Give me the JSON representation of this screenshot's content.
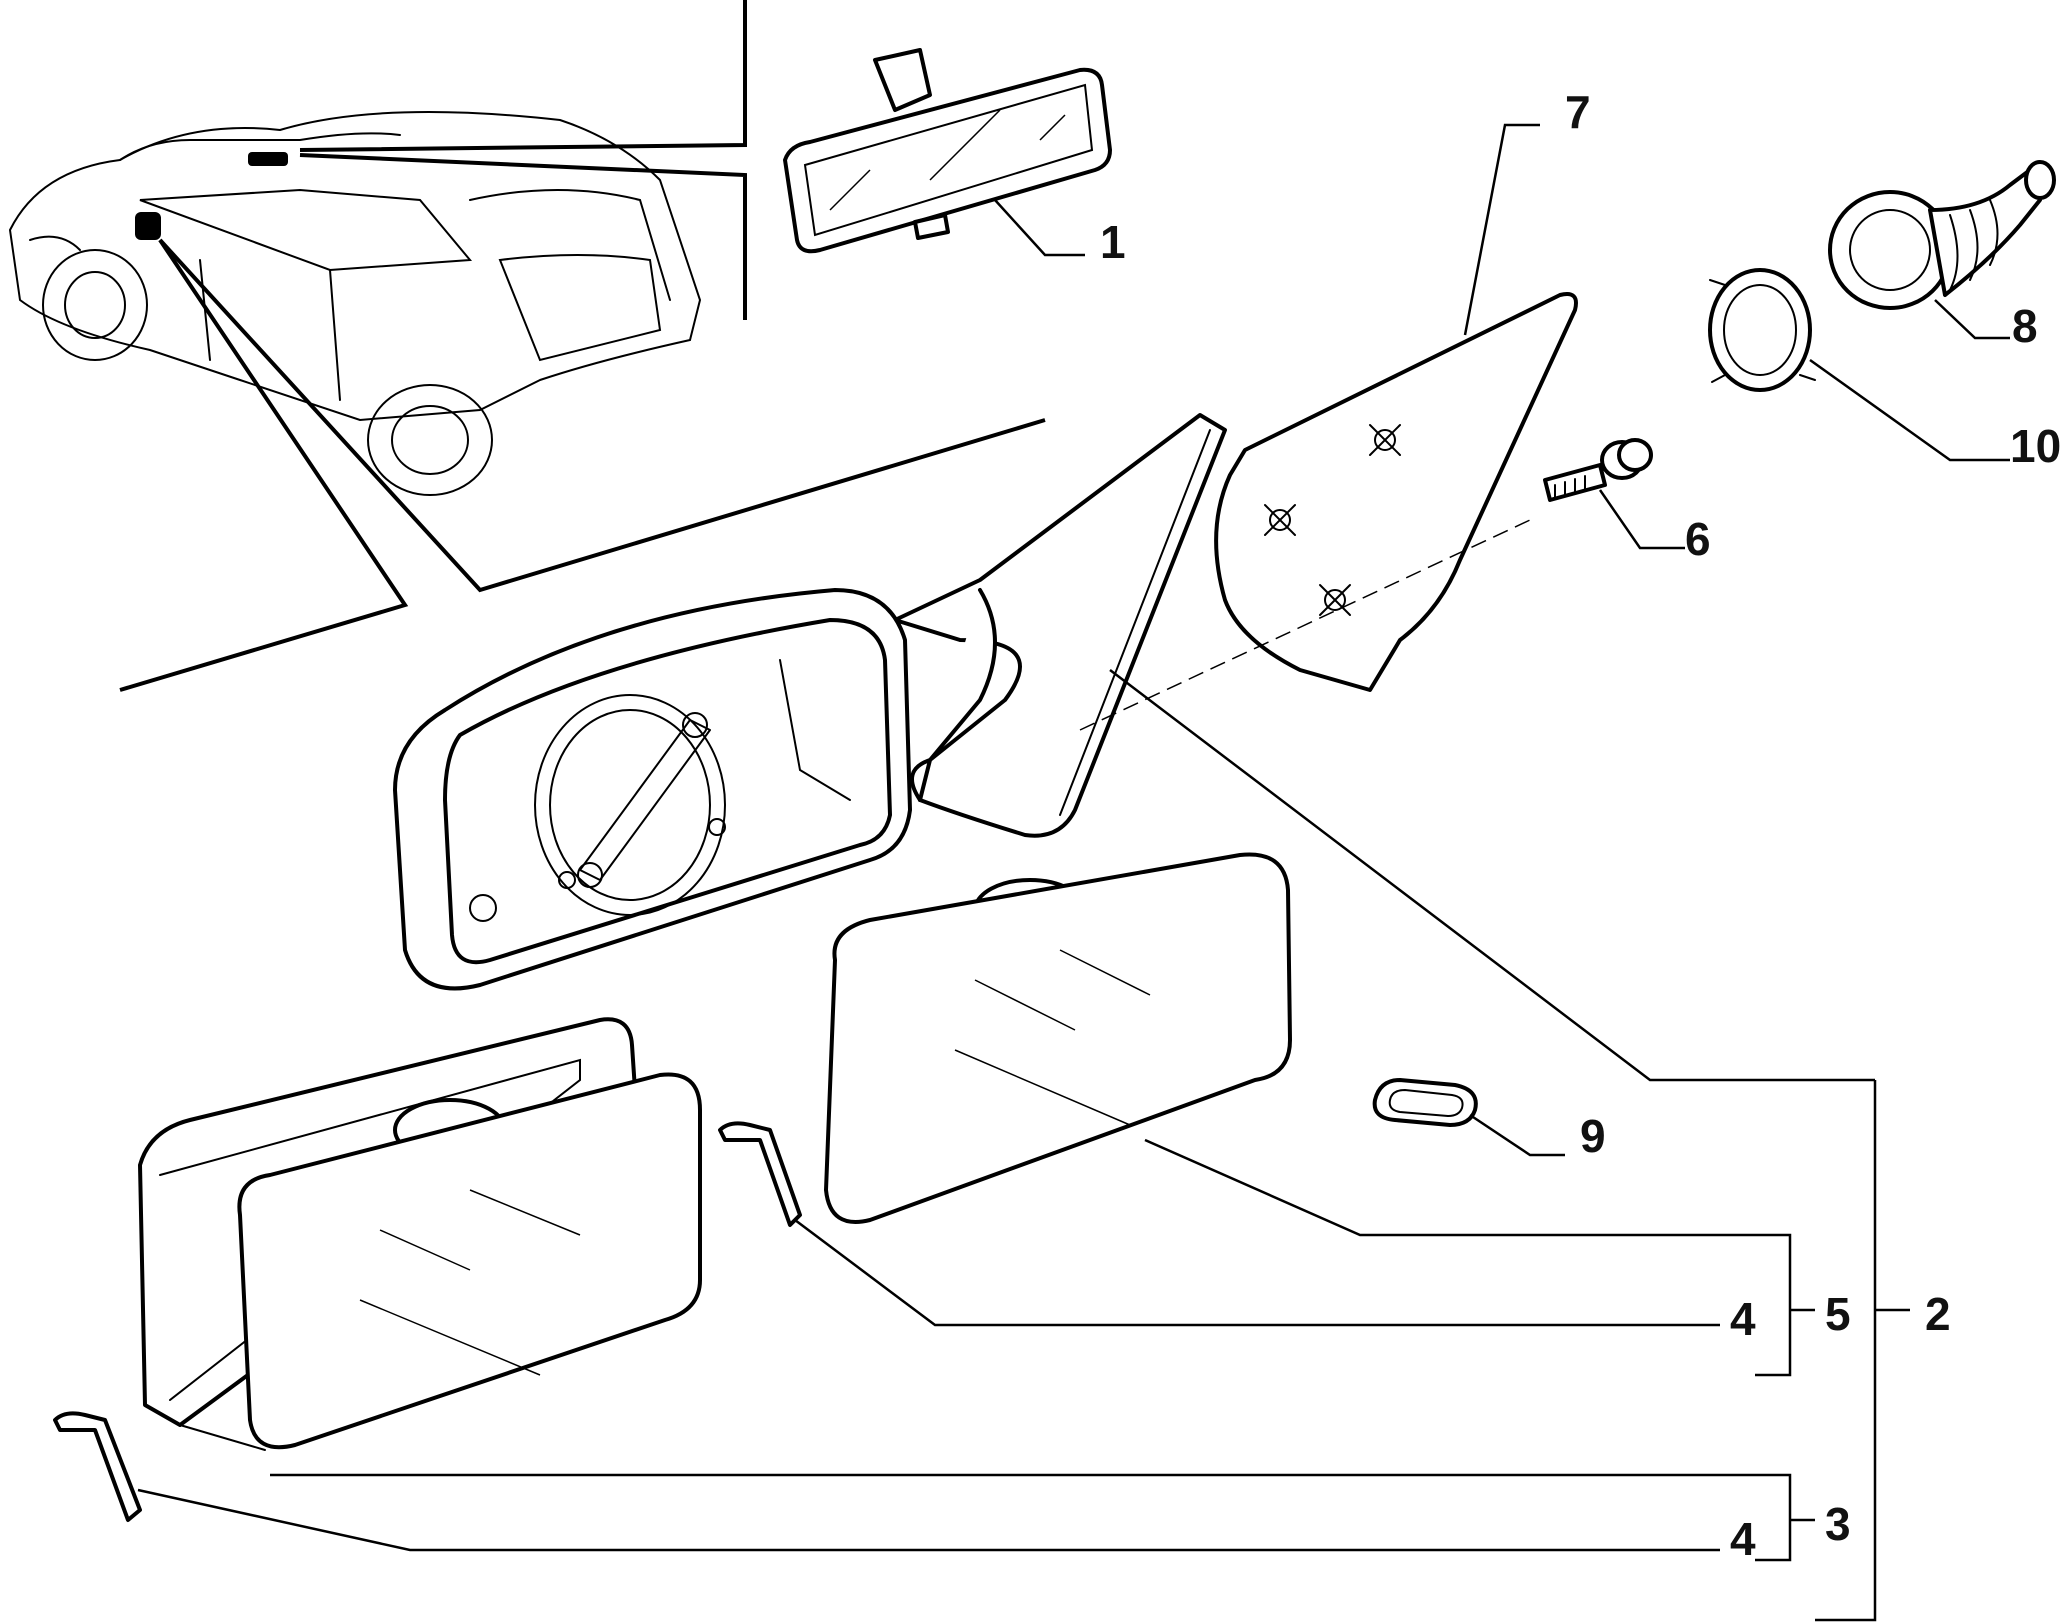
{
  "callouts": {
    "c1": "1",
    "c2": "2",
    "c3": "3",
    "c4a": "4",
    "c4b": "4",
    "c5": "5",
    "c6": "6",
    "c7": "7",
    "c8": "8",
    "c9": "9",
    "c10": "10"
  },
  "colors": {
    "line": "#000000",
    "background": "#ffffff"
  }
}
